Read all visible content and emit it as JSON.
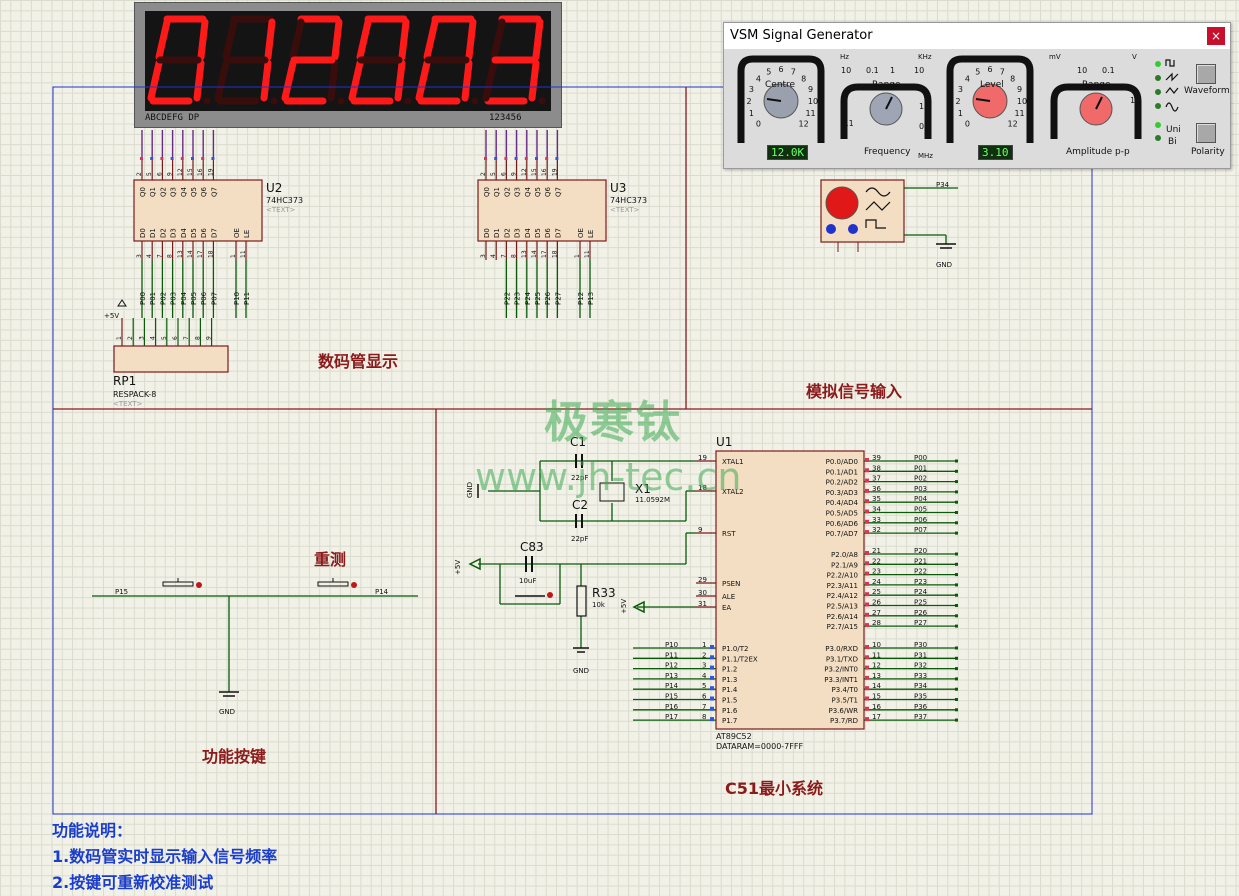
{
  "display": {
    "digits": [
      "0",
      "1",
      "2",
      "0",
      "0",
      "3"
    ],
    "seg_pins": "ABCDEFG DP",
    "digit_pins": "123456",
    "color": "#ff1a1a"
  },
  "generator": {
    "title": "VSM Signal Generator",
    "close": "×",
    "centre_label": "Centre",
    "centre_value": "12.0K",
    "range_label": "Range",
    "hz": "Hz",
    "khz": "KHz",
    "mhz": "MHz",
    "frequency_label": "Frequency",
    "level_label": "Level",
    "level_value": "3.10",
    "mv": "mV",
    "v": "V",
    "amplitude_label": "Amplitude p-p",
    "waveform_label": "Waveform",
    "uni_label": "Uni",
    "bi_label": "Bi",
    "polarity_label": "Polarity",
    "scale_dial": [
      "4",
      "5",
      "6",
      "7",
      "8",
      "9",
      "10",
      "11",
      "12",
      "3",
      "2",
      "1",
      "0"
    ],
    "range_freq": [
      "0.1",
      "1",
      "10",
      "0.1",
      "1",
      "10"
    ],
    "range_amp": [
      "10",
      "0.1",
      "1",
      "1"
    ]
  },
  "labels": {
    "u2": "U2",
    "u2_part": "74HC373",
    "u2_text": "<TEXT>",
    "u3": "U3",
    "u3_part": "74HC373",
    "u3_text": "<TEXT>",
    "rp1": "RP1",
    "rp1_part": "RESPACK-8",
    "rp1_text": "<TEXT>",
    "plus5v": "+5V",
    "u1": "U1",
    "u1_part": "AT89C52",
    "u1_dataram": "DATARAM=0000-7FFF",
    "c1": "C1",
    "c1_val": "22pF",
    "c2": "C2",
    "c2_val": "22pF",
    "x1": "X1",
    "x1_val": "11.0592M",
    "c83": "C83",
    "c83_val": "10uF",
    "r33": "R33",
    "r33_val": "10k",
    "gnd": "GND",
    "p15": "P15",
    "p14": "P14",
    "p34": "P34"
  },
  "sections": {
    "display_title": "数码管显示",
    "analog_title": "模拟信号输入",
    "retest": "重测",
    "buttons_title": "功能按键",
    "c51_title": "C51最小系统"
  },
  "watermark": {
    "name": "极寒钛",
    "url": "www.jh-tec.cn"
  },
  "notes": {
    "title": "功能说明：",
    "line1": "1.数码管实时显示输入信号频率",
    "line2": "2.按键可重新校准测试"
  },
  "u1_left_pins": [
    {
      "num": "19",
      "name": "XTAL1"
    },
    {
      "num": "18",
      "name": "XTAL2"
    },
    {
      "num": "9",
      "name": "RST"
    },
    {
      "num": "29",
      "name": "PSEN"
    },
    {
      "num": "30",
      "name": "ALE"
    },
    {
      "num": "31",
      "name": "EA"
    }
  ],
  "u1_p1": [
    {
      "num": "1",
      "name": "P1.0/T2",
      "net": "P10"
    },
    {
      "num": "2",
      "name": "P1.1/T2EX",
      "net": "P11"
    },
    {
      "num": "3",
      "name": "P1.2",
      "net": "P12"
    },
    {
      "num": "4",
      "name": "P1.3",
      "net": "P13"
    },
    {
      "num": "5",
      "name": "P1.4",
      "net": "P14"
    },
    {
      "num": "6",
      "name": "P1.5",
      "net": "P15"
    },
    {
      "num": "7",
      "name": "P1.6",
      "net": "P16"
    },
    {
      "num": "8",
      "name": "P1.7",
      "net": "P17"
    }
  ],
  "u1_p0": [
    {
      "num": "39",
      "name": "P0.0/AD0",
      "net": "P00"
    },
    {
      "num": "38",
      "name": "P0.1/AD1",
      "net": "P01"
    },
    {
      "num": "37",
      "name": "P0.2/AD2",
      "net": "P02"
    },
    {
      "num": "36",
      "name": "P0.3/AD3",
      "net": "P03"
    },
    {
      "num": "35",
      "name": "P0.4/AD4",
      "net": "P04"
    },
    {
      "num": "34",
      "name": "P0.5/AD5",
      "net": "P05"
    },
    {
      "num": "33",
      "name": "P0.6/AD6",
      "net": "P06"
    },
    {
      "num": "32",
      "name": "P0.7/AD7",
      "net": "P07"
    }
  ],
  "u1_p2": [
    {
      "num": "21",
      "name": "P2.0/A8",
      "net": "P20"
    },
    {
      "num": "22",
      "name": "P2.1/A9",
      "net": "P21"
    },
    {
      "num": "23",
      "name": "P2.2/A10",
      "net": "P22"
    },
    {
      "num": "24",
      "name": "P2.3/A11",
      "net": "P23"
    },
    {
      "num": "25",
      "name": "P2.4/A12",
      "net": "P24"
    },
    {
      "num": "26",
      "name": "P2.5/A13",
      "net": "P25"
    },
    {
      "num": "27",
      "name": "P2.6/A14",
      "net": "P26"
    },
    {
      "num": "28",
      "name": "P2.7/A15",
      "net": "P27"
    }
  ],
  "u1_p3": [
    {
      "num": "10",
      "name": "P3.0/RXD",
      "net": "P30"
    },
    {
      "num": "11",
      "name": "P3.1/TXD",
      "net": "P31"
    },
    {
      "num": "12",
      "name": "P3.2/INT0",
      "net": "P32"
    },
    {
      "num": "13",
      "name": "P3.3/INT1",
      "net": "P33"
    },
    {
      "num": "14",
      "name": "P3.4/T0",
      "net": "P34"
    },
    {
      "num": "15",
      "name": "P3.5/T1",
      "net": "P35"
    },
    {
      "num": "16",
      "name": "P3.6/WR",
      "net": "P36"
    },
    {
      "num": "17",
      "name": "P3.7/RD",
      "net": "P37"
    }
  ],
  "latch_q": [
    "Q0",
    "Q1",
    "Q2",
    "Q3",
    "Q4",
    "Q5",
    "Q6",
    "Q7"
  ],
  "latch_d": [
    "D0",
    "D1",
    "D2",
    "D3",
    "D4",
    "D5",
    "D6",
    "D7"
  ],
  "latch_q_pins": [
    "2",
    "5",
    "6",
    "9",
    "12",
    "15",
    "16",
    "19"
  ],
  "latch_d_pins": [
    "3",
    "4",
    "7",
    "8",
    "13",
    "14",
    "17",
    "18"
  ],
  "u2_in_nets": [
    "P00",
    "P01",
    "P02",
    "P03",
    "P04",
    "P05",
    "P06",
    "P07"
  ],
  "u2_ctl_nets": [
    "P10",
    "P11"
  ],
  "u3_in_nets": [
    "P22",
    "P23",
    "P24",
    "P25",
    "P26",
    "P27"
  ],
  "u3_ctl_nets": [
    "P12",
    "P13"
  ],
  "latch_ctl": [
    "OE",
    "LE"
  ],
  "latch_ctl_pins": [
    "1",
    "11"
  ],
  "rp_pins": [
    "1",
    "2",
    "3",
    "4",
    "5",
    "6",
    "7",
    "8",
    "9"
  ]
}
